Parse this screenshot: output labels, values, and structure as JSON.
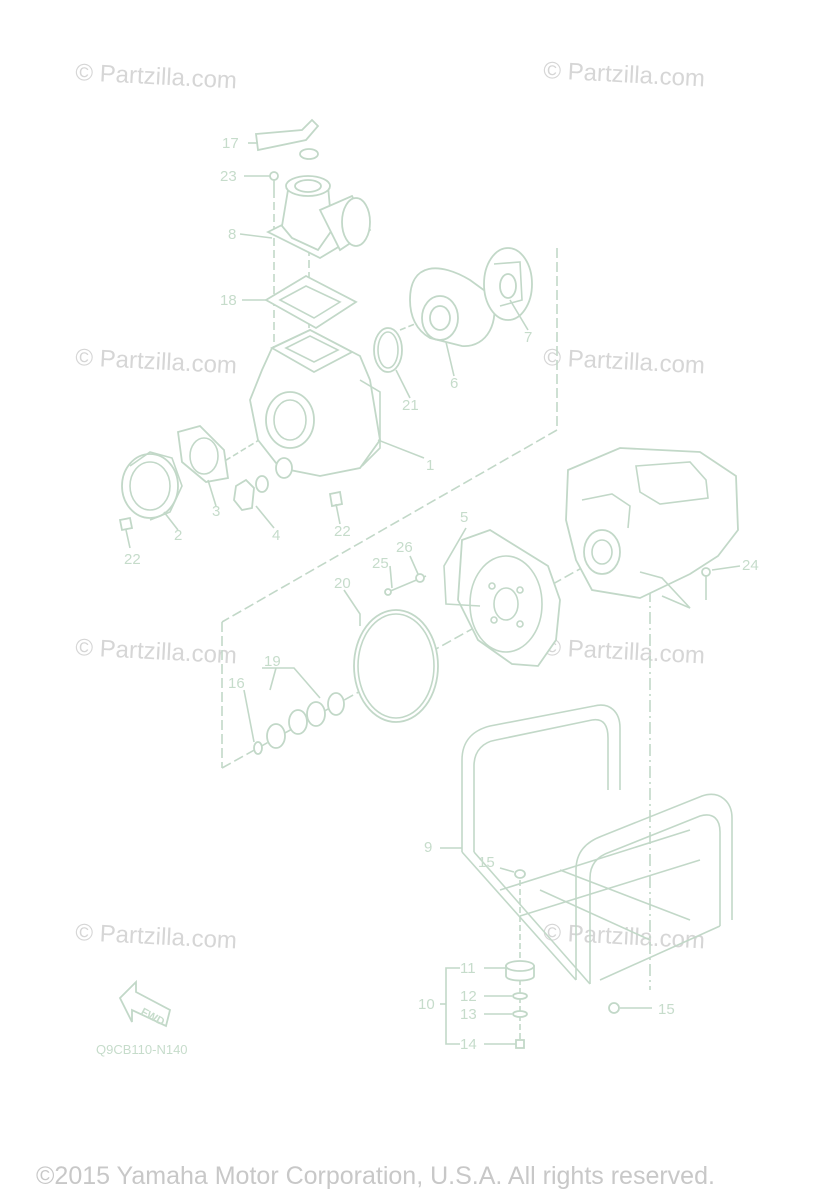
{
  "watermark": "© Partzilla.com",
  "callouts": {
    "p1": "1",
    "p2": "2",
    "p3": "3",
    "p4": "4",
    "p5": "5",
    "p6": "6",
    "p7": "7",
    "p8": "8",
    "p9": "9",
    "p10": "10",
    "p11": "11",
    "p12": "12",
    "p13": "13",
    "p14": "14",
    "p15a": "15",
    "p15b": "15",
    "p16": "16",
    "p17": "17",
    "p18": "18",
    "p19": "19",
    "p20": "20",
    "p21": "21",
    "p22a": "22",
    "p22b": "22",
    "p23": "23",
    "p24": "24",
    "p25": "25",
    "p26": "26"
  },
  "fwd_label": "FWD",
  "diagram_code": "Q9CB110-N140",
  "copyright": "©2015 Yamaha Motor Corporation, U.S.A. All rights reserved."
}
